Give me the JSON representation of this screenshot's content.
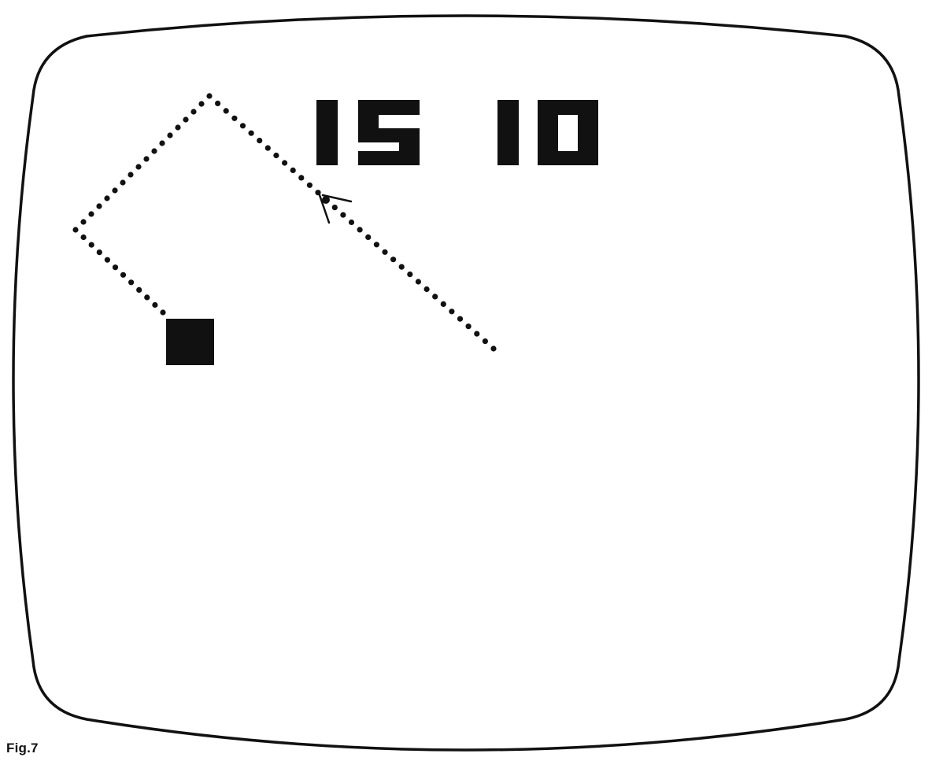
{
  "figure": {
    "label": "Fig.7"
  },
  "screen": {
    "shape": "rounded-crt-tube",
    "background_color": "#ffffff",
    "outline_color": "#111111"
  },
  "scoreboard": {
    "left_score": "15",
    "right_score": "10",
    "color": "#111111"
  },
  "game_objects": {
    "player_block": "solid-square",
    "ball": "small-round-ball",
    "dotted_trail": "ball-trajectory-dots",
    "trail_direction": "down-right",
    "object_color": "#111111"
  }
}
